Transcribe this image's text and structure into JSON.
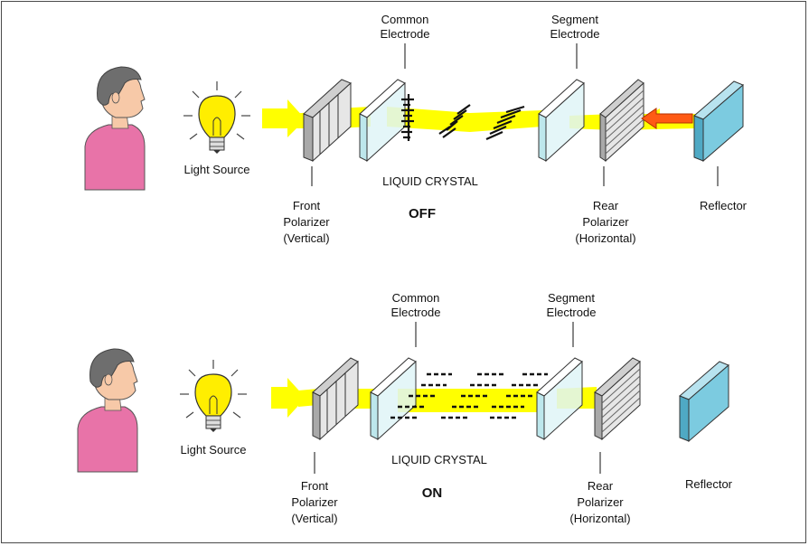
{
  "panels": [
    {
      "id": "off",
      "state": "OFF",
      "light_source": "Light Source",
      "common_electrode": [
        "Common",
        "Electrode"
      ],
      "segment_electrode": [
        "Segment",
        "Electrode"
      ],
      "liquid_crystal": "LIQUID CRYSTAL",
      "front_polarizer": [
        "Front",
        "Polarizer",
        "(Vertical)"
      ],
      "rear_polarizer": [
        "Rear",
        "Polarizer",
        "(Horizontal)"
      ],
      "reflector": "Reflector"
    },
    {
      "id": "on",
      "state": "ON",
      "light_source": "Light Source",
      "common_electrode": [
        "Common",
        "Electrode"
      ],
      "segment_electrode": [
        "Segment",
        "Electrode"
      ],
      "liquid_crystal": "LIQUID CRYSTAL",
      "front_polarizer": [
        "Front",
        "Polarizer",
        "(Vertical)"
      ],
      "rear_polarizer": [
        "Rear",
        "Polarizer",
        "(Horizontal)"
      ],
      "reflector": "Reflector"
    }
  ],
  "colors": {
    "light_beam": "#ffff00",
    "skin": "#f7c9a8",
    "hair": "#6e6e6e",
    "shirt": "#e873a8",
    "glass": "#dff5f7",
    "polarizer": "#a9a9a9",
    "reflector": "#7ccbe0",
    "arrow": "#ff5a14",
    "bulb": "#ffee00"
  }
}
